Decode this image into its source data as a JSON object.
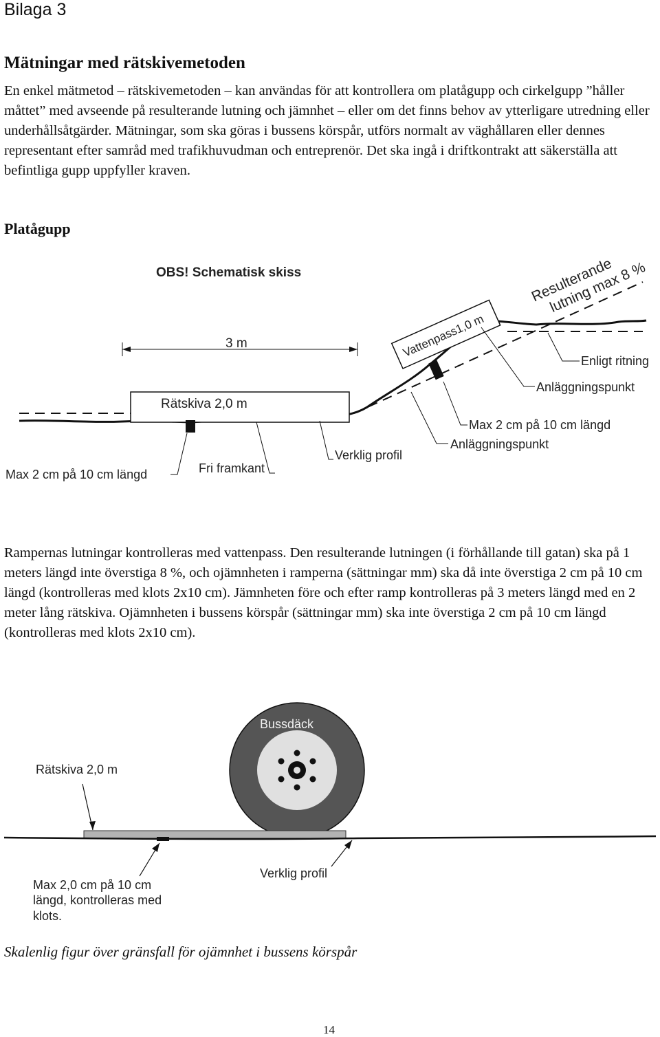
{
  "header": {
    "label": "Bilaga 3"
  },
  "section": {
    "title": "Mätningar med rätskivemetoden",
    "intro": "En enkel mätmetod – rätskivemetoden – kan användas för att kontrollera om platågupp och cirkelgupp ”håller måttet” med avseende på resulterande lutning och jämnhet – eller om det finns behov av ytterligare utredning eller underhållsåtgärder. Mätningar, som ska göras i bussens körspår, utförs normalt av väghållaren eller dennes representant efter samråd med trafikhuvudman och entreprenör. Det ska ingå i driftkontrakt att säkerställa att befintliga gupp uppfyller kraven."
  },
  "subsection": {
    "title": "Platågupp"
  },
  "diagram1": {
    "obs": "OBS! Schematisk skiss",
    "dimension": "3 m",
    "board": "Rätskiva 2,0 m",
    "level_tool": "Vattenpass1,0 m",
    "resulting_line1": "Resulterande",
    "resulting_line2": "lutning max 8 %",
    "as_designed": "Enligt ritning",
    "connection_point_top": "Anläggningspunkt",
    "max_right": "Max 2 cm på 10 cm längd",
    "connection_point_bottom": "Anläggningspunkt",
    "actual_profile": "Verklig profil",
    "free_edge": "Fri framkant",
    "max_left": "Max 2 cm på 10 cm längd"
  },
  "ramp_text": "Rampernas lutningar kontrolleras med vattenpass. Den resulterande lutningen (i förhållande till gatan) ska på 1 meters längd inte överstiga 8 %, och ojämnheten i ramperna (sättningar mm) ska då inte överstiga 2 cm på 10 cm längd (kontrolleras med klots 2x10 cm). Jämnheten före och efter ramp kontrolleras på 3 meters längd med en 2 meter lång rätskiva. Ojämnheten i bussens körspår (sättningar mm) ska inte överstiga 2 cm på 10 cm längd (kontrolleras med klots 2x10 cm).",
  "diagram2": {
    "tire": "Bussdäck",
    "board": "Rätskiva 2,0 m",
    "max_line1": "Max 2,0 cm på 10 cm",
    "max_line2": "längd, kontrolleras med",
    "max_line3": "klots.",
    "actual_profile": "Verklig profil"
  },
  "caption": "Skalenlig figur över gränsfall för ojämnhet i bussens körspår",
  "page_number": "14",
  "colors": {
    "tire": "#555555",
    "hub": "#e0e0e0",
    "board": "#b3b3b3",
    "ink": "#111111"
  }
}
